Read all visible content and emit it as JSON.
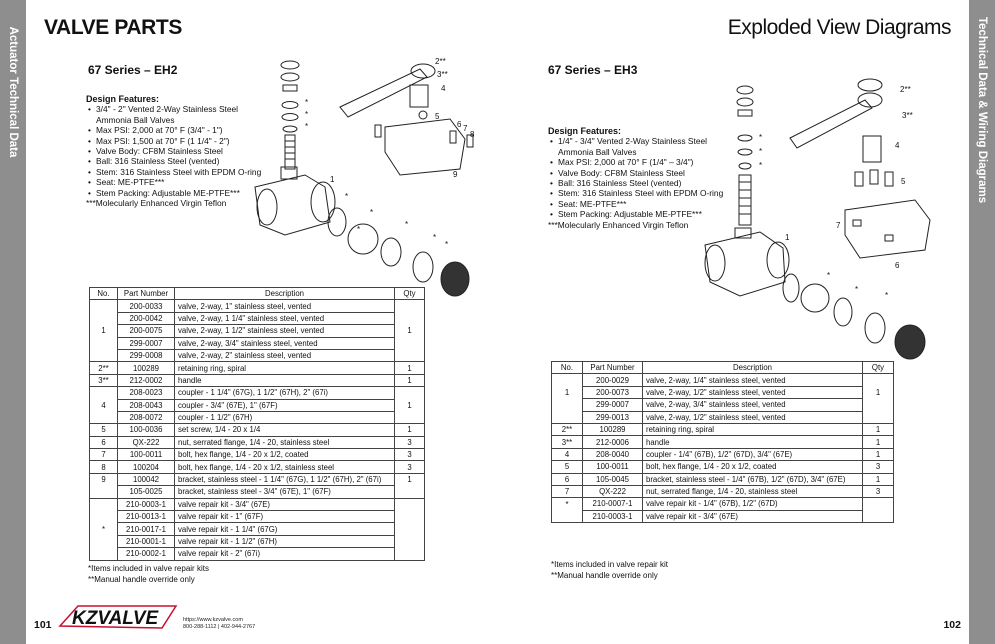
{
  "left_tab": "Actuator Technical Data",
  "right_tab": "Technical Data & Wiring Diagrams",
  "left_title": "VALVE PARTS",
  "right_title": "Exploded View Diagrams",
  "eh2": {
    "title": "67 Series – EH2",
    "features_heading": "Design Features:",
    "features": [
      [
        "3/4\" - 2\" Vented 2-Way Stainless Steel",
        "Ammonia Ball Valves"
      ],
      [
        "Max PSI: 2,000 at 70° F (3/4\" - 1\")"
      ],
      [
        "Max PSI: 1,500 at 70° F (1 1/4\" - 2\")"
      ],
      [
        "Valve Body: CF8M Stainless Steel"
      ],
      [
        "Ball: 316 Stainless Steel (vented)"
      ],
      [
        "Stem: 316 Stainless Steel with EPDM O-ring"
      ],
      [
        "Seat: ME-PTFE***"
      ],
      [
        "Stem Packing: Adjustable ME-PTFE***"
      ]
    ],
    "features_footnote": "***Molecularly Enhanced Virgin Teflon",
    "table_headers": [
      "No.",
      "Part Number",
      "Description",
      "Qty"
    ],
    "groups": [
      {
        "no": "1",
        "qty": "1",
        "rows": [
          [
            "200-0033",
            "valve, 2-way, 1\" stainless steel, vented"
          ],
          [
            "200-0042",
            "valve, 2-way, 1 1/4\" stainless steel, vented"
          ],
          [
            "200-0075",
            "valve, 2-way, 1 1/2\"  stainless steel, vented"
          ],
          [
            "299-0007",
            "valve, 2-way, 3/4\" stainless steel, vented"
          ],
          [
            "299-0008",
            "valve, 2-way, 2\" stainless steel, vented"
          ]
        ]
      },
      {
        "no": "2**",
        "qty": "1",
        "rows": [
          [
            "100289",
            "retaining ring, spiral"
          ]
        ]
      },
      {
        "no": "3**",
        "qty": "1",
        "rows": [
          [
            "212-0002",
            "handle"
          ]
        ]
      },
      {
        "no": "4",
        "qty": "1",
        "rows": [
          [
            "208-0023",
            "coupler - 1 1/4\" (67G), 1 1/2\" (67H), 2\" (67i)"
          ],
          [
            "208-0043",
            "coupler - 3/4\" (67E), 1\" (67F)"
          ],
          [
            "208-0072",
            "coupler - 1 1/2\" (67H)"
          ]
        ]
      },
      {
        "no": "5",
        "qty": "1",
        "rows": [
          [
            "100-0036",
            "set screw, 1/4 - 20 x 1/4"
          ]
        ]
      },
      {
        "no": "6",
        "qty": "3",
        "rows": [
          [
            "QX-222",
            "nut, serrated flange, 1/4 - 20, stainless steel"
          ]
        ]
      },
      {
        "no": "7",
        "qty": "3",
        "rows": [
          [
            "100-0011",
            "bolt, hex flange, 1/4 - 20 x 1/2, coated"
          ]
        ]
      },
      {
        "no": "8",
        "qty": "3",
        "rows": [
          [
            "100204",
            "bolt, hex flange, 1/4 - 20 x 1/2, stainless steel"
          ]
        ]
      },
      {
        "no": "9",
        "qty": "1",
        "rows": [
          [
            "100042",
            "bracket, stainless steel - 1 1/4\" (67G), 1 1/2\" (67H), 2\" (67i)"
          ],
          [
            "105-0025",
            "bracket, stainless steel - 3/4\" (67E), 1\" (67F)"
          ]
        ]
      },
      {
        "no": "*",
        "qty": "",
        "rows": [
          [
            "210-0003-1",
            "valve repair kit - 3/4\" (67E)"
          ],
          [
            "210-0013-1",
            "valve repair kit - 1\" (67F)"
          ],
          [
            "210-0017-1",
            "valve repair kit - 1 1/4\" (67G)"
          ],
          [
            "210-0001-1",
            "valve repair kit - 1 1/2\" (67H)"
          ],
          [
            "210-0002-1",
            "valve repair kit - 2\" (67i)"
          ]
        ]
      }
    ],
    "notes": [
      "*Items included in valve repair kits",
      "**Manual handle override only"
    ]
  },
  "eh3": {
    "title": "67 Series – EH3",
    "features_heading": "Design Features:",
    "features": [
      [
        "1/4\" - 3/4\" Vented 2-Way Stainless Steel",
        "Ammonia Ball Valves"
      ],
      [
        "Max PSI: 2,000 at 70° F (1/4\" – 3/4\")"
      ],
      [
        "Valve Body: CF8M Stainless Steel"
      ],
      [
        "Ball: 316 Stainless Steel (vented)"
      ],
      [
        "Stem: 316 Stainless Steel with EPDM O-ring"
      ],
      [
        "Seat: ME-PTFE***"
      ],
      [
        "Stem Packing: Adjustable ME-PTFE***"
      ]
    ],
    "features_footnote": "***Molecularly Enhanced Virgin Teflon",
    "table_headers": [
      "No.",
      "Part Number",
      "Description",
      "Qty"
    ],
    "groups": [
      {
        "no": "1",
        "qty": "1",
        "rows": [
          [
            "200-0029",
            "valve, 2-way, 1/4\" stainless steel, vented"
          ],
          [
            "200-0073",
            "valve, 2-way, 1/2\" stainless steel, vented"
          ],
          [
            "299-0007",
            "valve, 2-way, 3/4\" stainless steel, vented"
          ],
          [
            "299-0013",
            "valve, 2-way, 1/2\" stainless steel, vented"
          ]
        ]
      },
      {
        "no": "2**",
        "qty": "1",
        "rows": [
          [
            "100289",
            "retaining ring, spiral"
          ]
        ]
      },
      {
        "no": "3**",
        "qty": "1",
        "rows": [
          [
            "212-0006",
            "handle"
          ]
        ]
      },
      {
        "no": "4",
        "qty": "1",
        "rows": [
          [
            "208-0040",
            "coupler - 1/4\" (67B), 1/2\" (67D), 3/4\" (67E)"
          ]
        ]
      },
      {
        "no": "5",
        "qty": "3",
        "rows": [
          [
            "100-0011",
            "bolt, hex flange, 1/4 - 20 x 1/2, coated"
          ]
        ]
      },
      {
        "no": "6",
        "qty": "1",
        "rows": [
          [
            "105-0045",
            "bracket, stainless steel - 1/4\" (67B), 1/2\" (67D), 3/4\" (67E)"
          ]
        ]
      },
      {
        "no": "7",
        "qty": "3",
        "rows": [
          [
            "QX-222",
            "nut, serrated flange, 1/4 - 20, stainless steel"
          ]
        ]
      },
      {
        "no": "*",
        "qty": "",
        "rows": [
          [
            "210-0007-1",
            "valve repair kit - 1/4\" (67B), 1/2\" (67D)"
          ],
          [
            "210-0003-1",
            "valve repair kit - 3/4\" (67E)"
          ]
        ]
      }
    ],
    "notes": [
      "*Items included in valve repair kit",
      "**Manual handle override only"
    ]
  },
  "diagram_labels_eh2": [
    "2**",
    "3**",
    "4",
    "5",
    "6",
    "7",
    "8",
    "9",
    "1",
    "*",
    "*",
    "*",
    "*",
    "*",
    "*",
    "*",
    "*",
    "*"
  ],
  "diagram_labels_eh3": [
    "2**",
    "3**",
    "4",
    "5",
    "6",
    "7",
    "1",
    "*",
    "*",
    "*",
    "*",
    "*",
    "*"
  ],
  "footer": {
    "left_page": "101",
    "right_page": "102",
    "logo_text": "KZVALVE",
    "contact_line1": "https://www.kzvalve.com",
    "contact_line2": "800-288-1112 | 402-944-2767"
  }
}
